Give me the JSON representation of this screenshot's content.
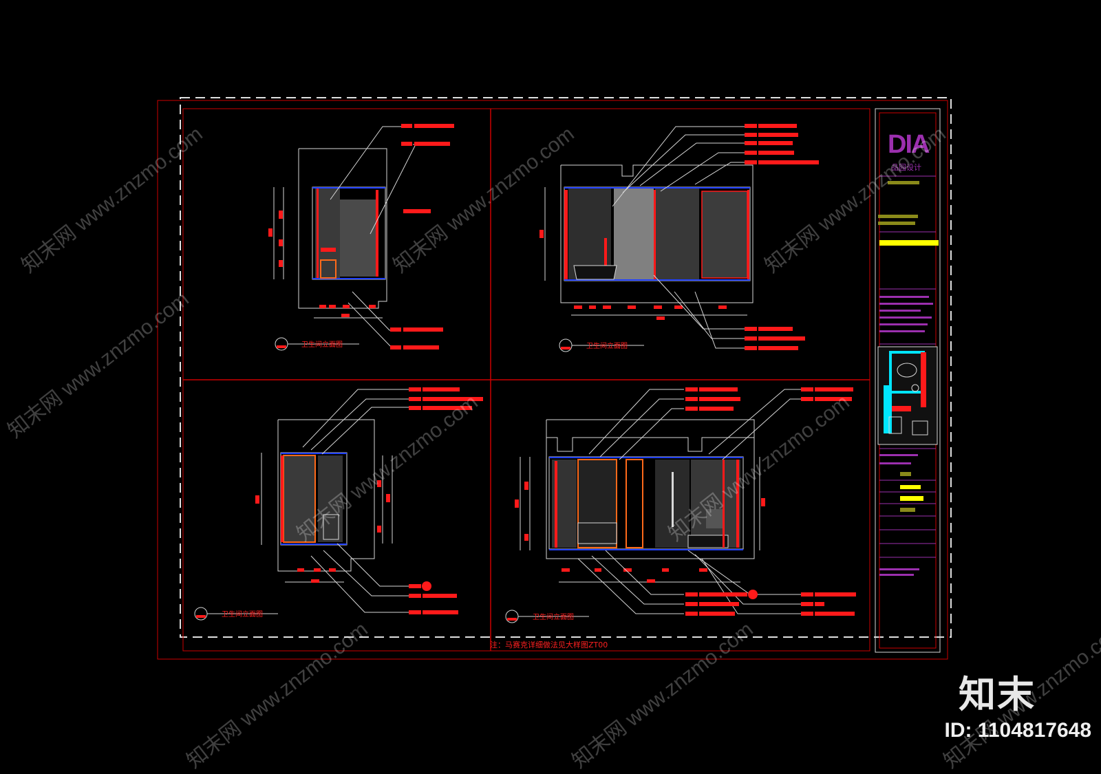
{
  "watermark": {
    "site_text": "知末网 www.znzmo.com",
    "brand": "知末",
    "id_label": "ID: 1104817648"
  },
  "drawing": {
    "note": "注：马赛克详细做法见大样图ZT00",
    "logo": "DIA",
    "logo_subtitle": "品园设计",
    "view_titles": [
      "卫生间立面图",
      "卫生间立面图",
      "卫生间立面图",
      "卫生间立面图"
    ]
  },
  "colors": {
    "background": "#000000",
    "line_white": "#d8d8d8",
    "line_red": "#ff1a1a",
    "frame_red": "#cc0000",
    "accent_purple": "#9b2fae",
    "accent_yellow": "#ffff00",
    "accent_olive": "#8a8a1a",
    "accent_cyan": "#00e5ff",
    "accent_blue": "#2040ff",
    "accent_orange": "#ff6a1a"
  }
}
